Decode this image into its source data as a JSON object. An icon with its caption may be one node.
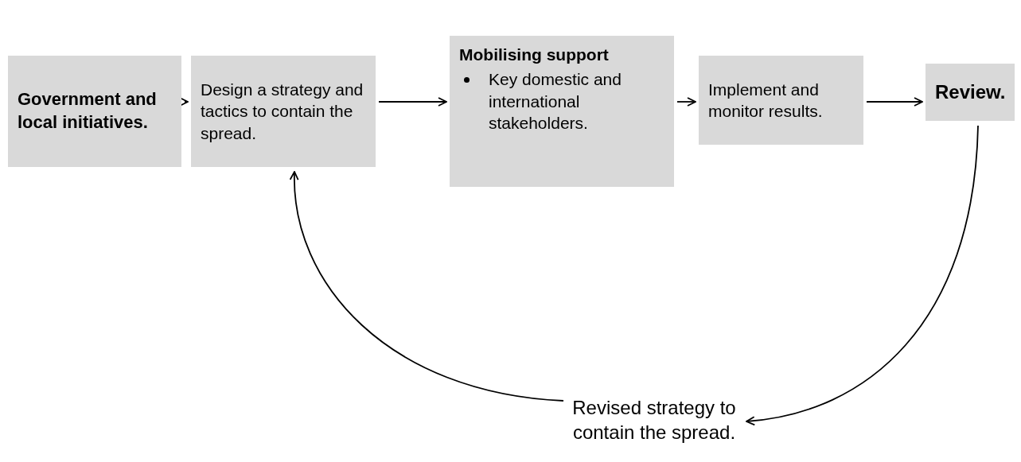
{
  "diagram": {
    "nodes": [
      {
        "text": [
          "Government and local initiatives."
        ]
      },
      {
        "text": [
          "Design a strategy and tactics to contain the spread."
        ]
      },
      {
        "text": [
          "Mobilising support",
          "Key domestic and international stakeholders."
        ]
      },
      {
        "text": [
          "Implement and monitor results."
        ]
      },
      {
        "text": [
          "Review."
        ]
      },
      {
        "text": [
          "Revised strategy to contain the spread."
        ]
      }
    ],
    "edges": [
      {
        "from": 0,
        "to": 1,
        "arrow": "to"
      },
      {
        "from": 1,
        "to": 2,
        "arrow": "to"
      },
      {
        "from": 2,
        "to": 3,
        "arrow": "to"
      },
      {
        "from": 3,
        "to": 4,
        "arrow": "to"
      },
      {
        "from": 4,
        "to": 5,
        "arrow": "to"
      },
      {
        "from": 5,
        "to": 1,
        "arrow": "to"
      }
    ]
  }
}
